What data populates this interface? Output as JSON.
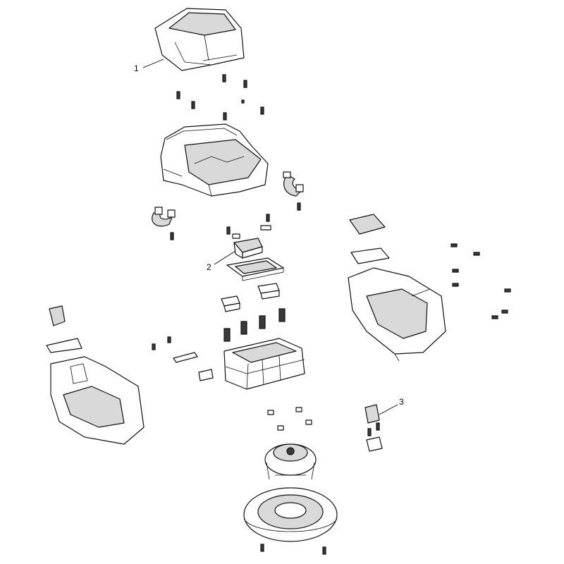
{
  "callouts": [
    {
      "id": "1",
      "text": "1"
    },
    {
      "id": "2",
      "text": "2"
    },
    {
      "id": "3",
      "text": "3"
    }
  ],
  "colors": {
    "line": "#111111",
    "shade": "#d9d9d9",
    "dark": "#3a3a3a",
    "background": "#ffffff"
  }
}
